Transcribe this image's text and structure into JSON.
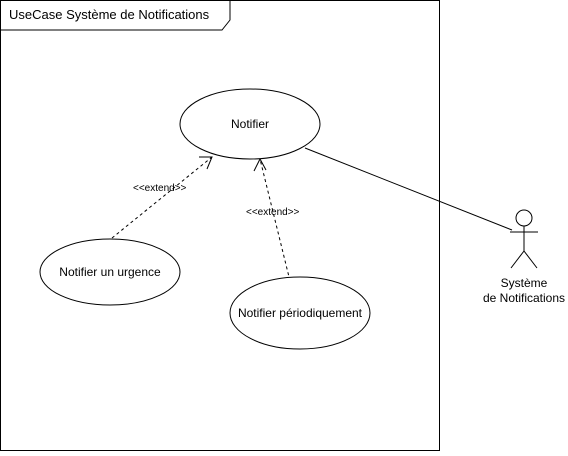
{
  "diagram": {
    "frame_title": "UseCase Système de Notifications",
    "use_cases": {
      "notifier": "Notifier",
      "urgence": "Notifier un urgence",
      "periodique": "Notifier périodiquement"
    },
    "relations": {
      "extend_urgence": "<<extend>>",
      "extend_periodique": "<<extend>>"
    },
    "actor": {
      "line1": "Système",
      "line2": "de Notifications"
    },
    "colors": {
      "stroke": "#000000",
      "fill": "#ffffff"
    }
  }
}
